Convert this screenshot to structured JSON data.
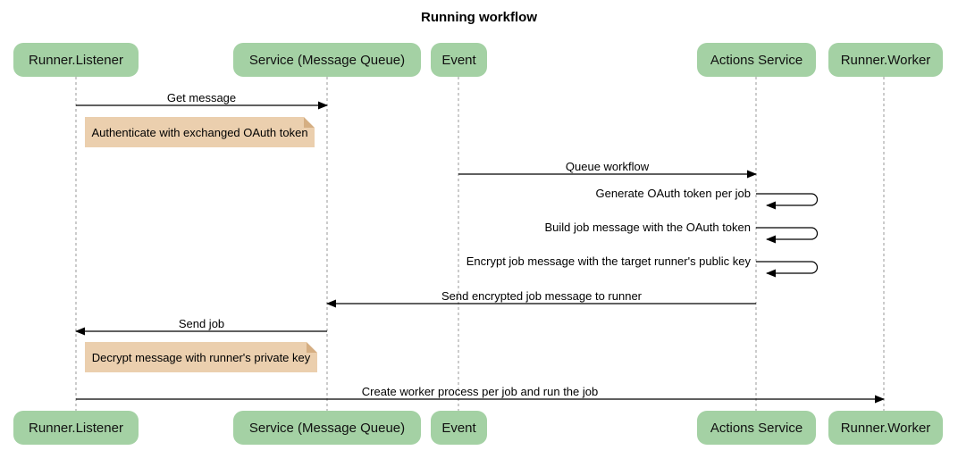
{
  "title": "Running workflow",
  "diagram_type": "sequence-diagram",
  "colors": {
    "participant_fill": "#a4d1a4",
    "note_fill": "#ebcfae",
    "note_border": "#a0825a",
    "lifeline": "#999999",
    "arrow": "#000000",
    "background": "#ffffff",
    "text": "#000000"
  },
  "participants": [
    {
      "name": "Runner.Listener"
    },
    {
      "name": "Service (Message Queue)"
    },
    {
      "name": "Event"
    },
    {
      "name": "Actions Service"
    },
    {
      "name": "Runner.Worker"
    }
  ],
  "messages": [
    {
      "label": "Get message",
      "from": "Runner.Listener",
      "to": "Service (Message Queue)",
      "type": "arrow"
    },
    {
      "label": "Queue workflow",
      "from": "Event",
      "to": "Actions Service",
      "type": "arrow"
    },
    {
      "label": "Generate OAuth token per job",
      "from": "Actions Service",
      "to": "Actions Service",
      "type": "self"
    },
    {
      "label": "Build job message with the OAuth token",
      "from": "Actions Service",
      "to": "Actions Service",
      "type": "self"
    },
    {
      "label": "Encrypt job message with the target runner's public key",
      "from": "Actions Service",
      "to": "Actions Service",
      "type": "self"
    },
    {
      "label": "Send encrypted job message to runner",
      "from": "Actions Service",
      "to": "Service (Message Queue)",
      "type": "arrow"
    },
    {
      "label": "Send job",
      "from": "Service (Message Queue)",
      "to": "Runner.Listener",
      "type": "arrow"
    },
    {
      "label": "Create worker process per job and run the job",
      "from": "Runner.Listener",
      "to": "Runner.Worker",
      "type": "arrow"
    }
  ],
  "notes": [
    {
      "text": "Authenticate with exchanged OAuth token",
      "anchor": "Runner.Listener"
    },
    {
      "text": "Decrypt message with runner's private key",
      "anchor": "Runner.Listener"
    }
  ]
}
